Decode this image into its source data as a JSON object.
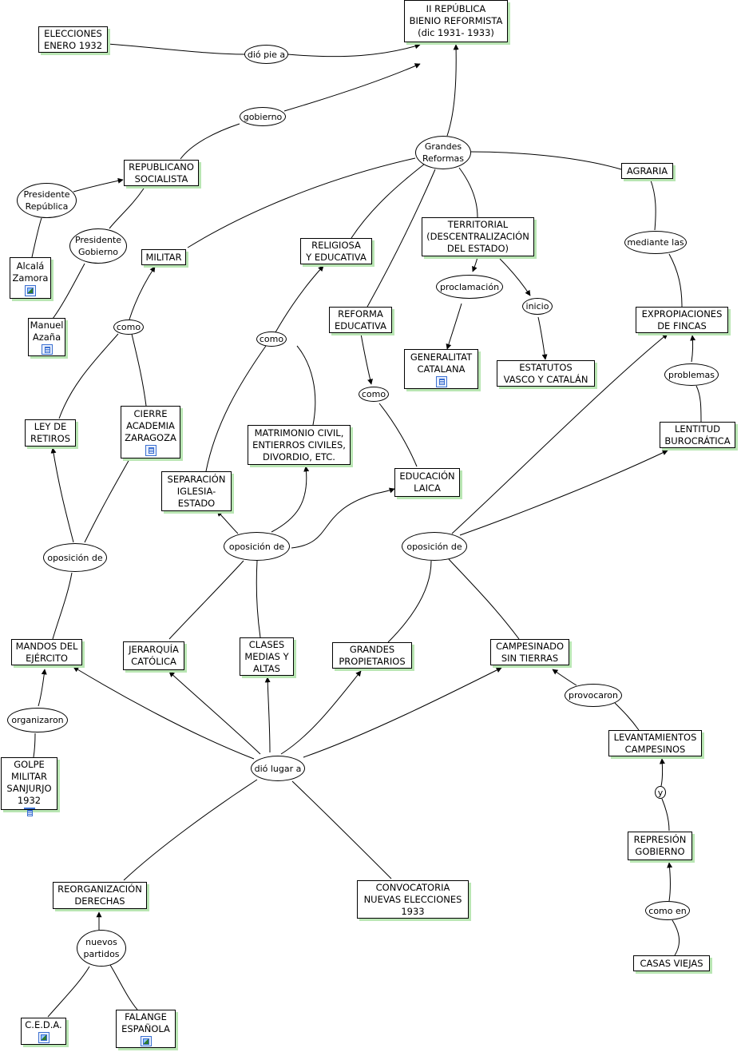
{
  "concepts": {
    "republica": "II REPÚBLICA\nBIENIO REFORMISTA\n(dic 1931- 1933)",
    "elecciones": "ELECCIONES\nENERO 1932",
    "republicano": "REPUBLICANO\nSOCIALISTA",
    "alcala": "Alcalá\nZamora",
    "azana": "Manuel\nAzaña",
    "militar": "MILITAR",
    "religiosa": "RELIGIOSA\nY EDUCATIVA",
    "territorial": "TERRITORIAL\n(DESCENTRALIZACIÓN\nDEL ESTADO)",
    "agraria": "AGRARIA",
    "reforma_educativa": "REFORMA\nEDUCATIVA",
    "generalitat": "GENERALITAT\nCATALANA",
    "estatutos": "ESTATUTOS\nVASCO Y CATALÁN",
    "expropiaciones": "EXPROPIACIONES\nDE FINCAS",
    "ley_retiros": "LEY DE\nRETIROS",
    "cierre_academia": "CIERRE\nACADEMIA\nZARAGOZA",
    "matrimonio": "MATRIMONIO CIVIL,\nENTIERROS CIVILES,\nDIVORDIO, ETC.",
    "separacion": "SEPARACIÓN\nIGLESIA-\nESTADO",
    "educacion_laica": "EDUCACIÓN\nLAICA",
    "lentitud": "LENTITUD\nBUROCRÁTICA",
    "mandos": "MANDOS DEL\nEJÉRCITO",
    "jerarquia": "JERARQUÍA\nCATÓLICA",
    "clases": "CLASES\nMEDIAS Y\nALTAS",
    "grandes_propietarios": "GRANDES\nPROPIETARIOS",
    "campesinado": "CAMPESINADO\nSIN TIERRAS",
    "golpe": "GOLPE\nMILITAR\nSANJURJO\n1932",
    "levantamientos": "LEVANTAMIENTOS\nCAMPESINOS",
    "represion": "REPRESIÓN\nGOBIERNO",
    "reorganizacion": "REORGANIZACIÓN\nDERECHAS",
    "convocatoria": "CONVOCATORIA\nNUEVAS ELECCIONES\n1933",
    "casas_viejas": "CASAS VIEJAS",
    "ceda": "C.E.D.A.",
    "falange": "FALANGE\nESPAÑOLA"
  },
  "phrases": {
    "dio_pie": "dió pie a",
    "gobierno": "gobierno",
    "grandes_reformas": "Grandes\nReformas",
    "presidente_republica": "Presidente\nRepública",
    "presidente_gobierno": "Presidente\nGobierno",
    "como_militar": "como",
    "como_religiosa": "como",
    "proclamacion": "proclamación",
    "inicio": "inicio",
    "mediante": "mediante las",
    "como_educativa": "como",
    "problemas": "problemas",
    "oposicion_1": "oposición de",
    "oposicion_2": "oposición de",
    "oposicion_3": "oposición de",
    "organizaron": "organizaron",
    "provocaron": "provocaron",
    "dio_lugar": "dió lugar a",
    "y": "y",
    "como_en": "como en",
    "nuevos_partidos": "nuevos\npartidos"
  },
  "resource_icons": {
    "alcala": "image-icon",
    "azana": "document-icon",
    "cierre_academia": "document-icon",
    "generalitat": "document-icon",
    "golpe": "document-icon",
    "ceda": "image-icon",
    "falange": "image-icon"
  },
  "colors": {
    "shadow": "#b9e6b3",
    "line": "#000000",
    "resource_icon": "#3a6fd1"
  }
}
